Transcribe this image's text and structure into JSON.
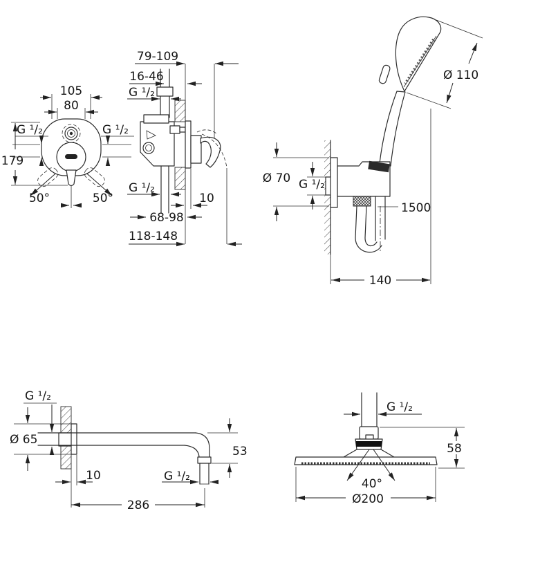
{
  "colors": {
    "line": "#2b2b2b",
    "text": "#161616",
    "background": "#ffffff",
    "solid_band": "#111111"
  },
  "figures": {
    "mixer_front": {
      "labels": {
        "dim_width_outer": "105",
        "dim_width_inner": "80",
        "g_left": "G ¹/₂",
        "g_right": "G ¹/₂",
        "dim_height": "179",
        "angle_left": "50°",
        "angle_right": "50°"
      }
    },
    "mixer_side": {
      "labels": {
        "dim_depth_range": "79-109",
        "dim_depth_min": "16-46",
        "g_top": "G ¹/₂",
        "g_bottom": "G ¹/₂",
        "dim_plate_offset": "10",
        "dim_range_inner": "68-98",
        "dim_range_outer": "118-148"
      }
    },
    "hand_shower_set": {
      "labels": {
        "dia_head": "Ø 110",
        "dia_plate": "Ø 70",
        "g_thread": "G ¹/₂",
        "hose_length": "1500",
        "dim_width": "140"
      }
    },
    "shower_arm": {
      "labels": {
        "g_wall": "G ¹/₂",
        "dia_flange": "Ø 65",
        "dim_offset": "10",
        "g_outlet": "G ¹/₂",
        "dim_drop": "53",
        "dim_length": "286"
      }
    },
    "head_shower": {
      "labels": {
        "g_thread": "G ¹/₂",
        "dim_height": "58",
        "angle": "40°",
        "dia_head": "Ø200"
      }
    }
  }
}
